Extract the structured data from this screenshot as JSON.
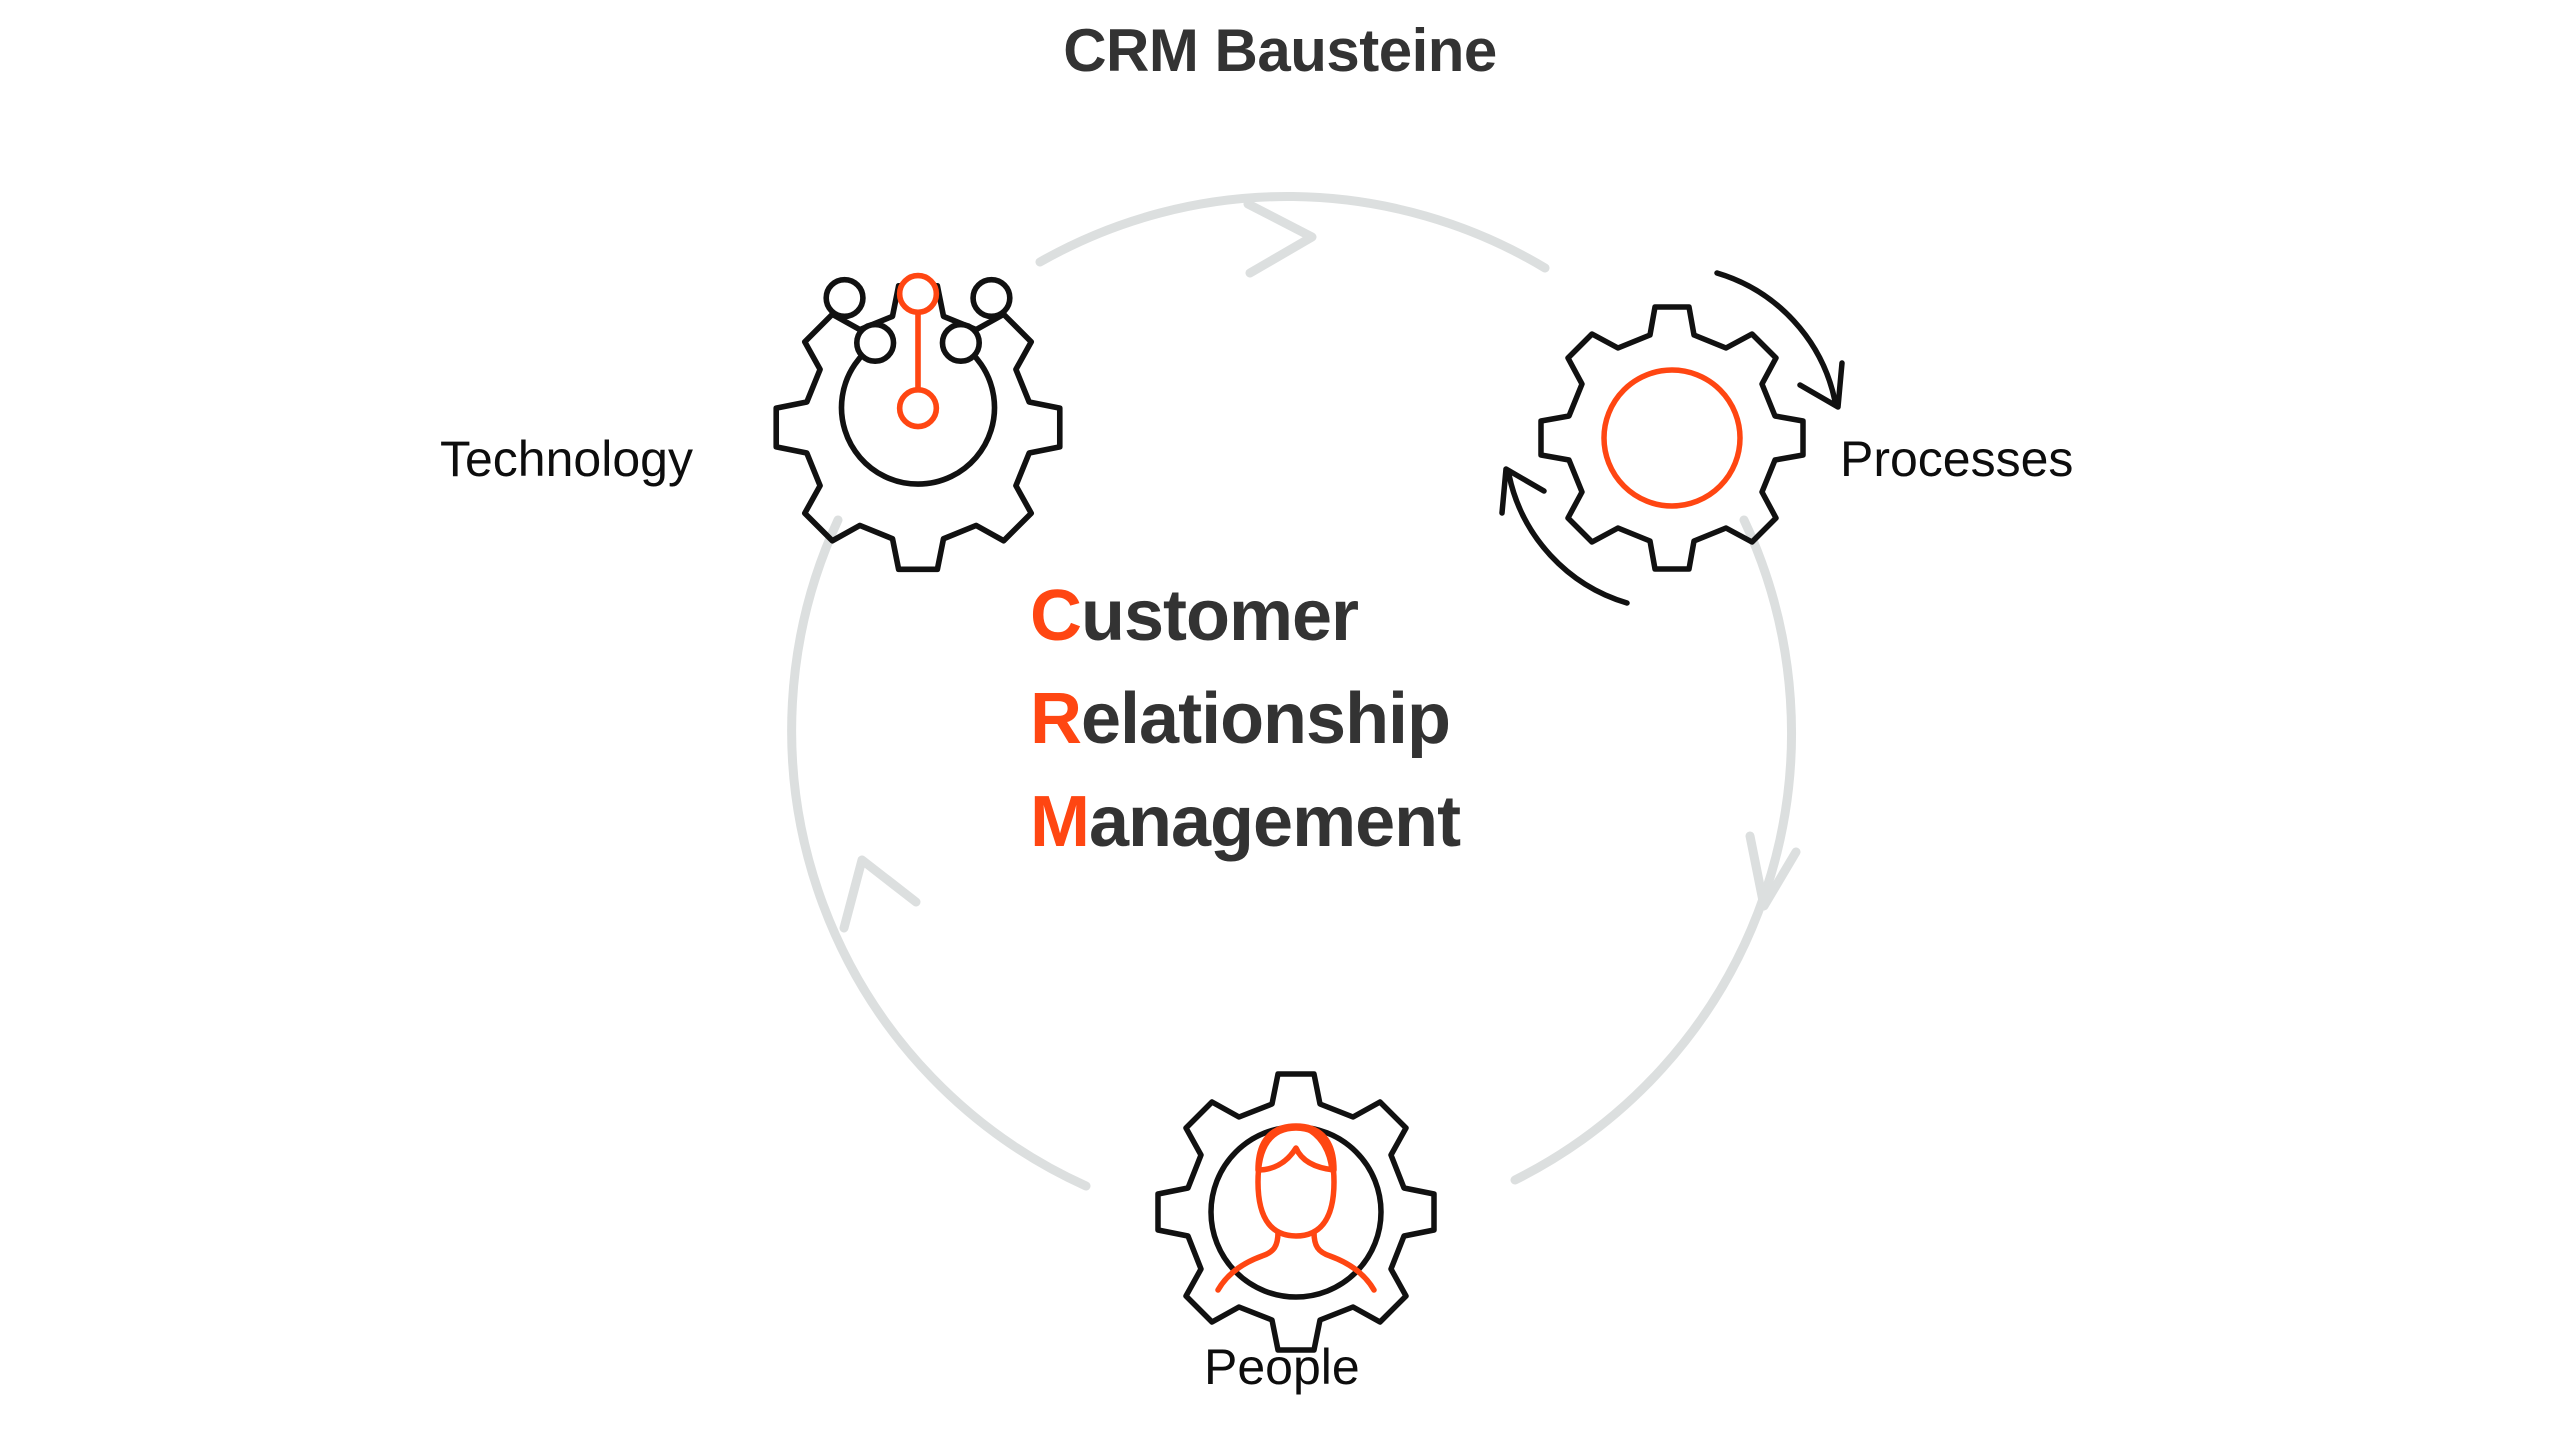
{
  "page": {
    "background_color": "#ffffff",
    "title": "CRM Bausteine"
  },
  "theme": {
    "accent_orange": "#FF4612",
    "text_dark": "#333333",
    "label_black": "#0d0d0d",
    "arc_gray": "#dcdfdf",
    "icon_stroke": "#111111"
  },
  "center": {
    "lines": [
      {
        "initial": "C",
        "rest": "ustomer"
      },
      {
        "initial": "R",
        "rest": "elationship"
      },
      {
        "initial": "M",
        "rest": "anagement"
      }
    ],
    "full_text": "Customer Relationship Management"
  },
  "nodes": [
    {
      "id": "technology",
      "label": "Technology",
      "icon": "gear-network-icon",
      "position": "top-left"
    },
    {
      "id": "processes",
      "label": "Processes",
      "icon": "gear-rotation-icon",
      "position": "top-right"
    },
    {
      "id": "people",
      "label": "People",
      "icon": "gear-person-icon",
      "position": "bottom-center"
    }
  ],
  "flow": {
    "direction": "clockwise",
    "arcs": [
      {
        "id": "arc-technology-to-processes",
        "from": "technology",
        "to": "processes"
      },
      {
        "id": "arc-processes-to-people",
        "from": "processes",
        "to": "people"
      },
      {
        "id": "arc-people-to-technology",
        "from": "people",
        "to": "technology"
      }
    ]
  },
  "chart_data": {
    "type": "diagram",
    "title": "CRM Bausteine",
    "subtype": "cycle-diagram",
    "center_label": "Customer Relationship Management",
    "categories": [
      "Technology",
      "Processes",
      "People"
    ],
    "flow_direction": "clockwise",
    "annotations": [
      "Technology gear contains an orange two-node network link",
      "Processes gear contains an orange inner circle with two black rotation arrows",
      "People gear contains an orange person avatar inside a black circle"
    ]
  }
}
